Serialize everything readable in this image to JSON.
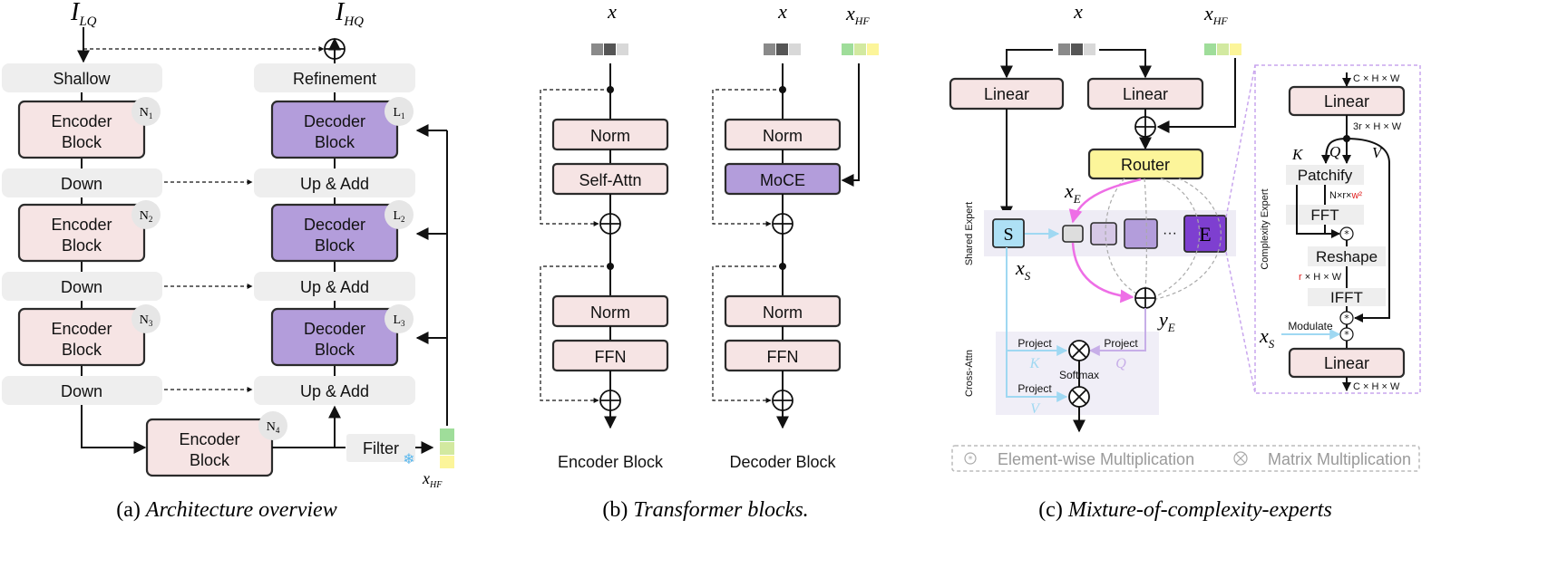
{
  "panel_a": {
    "input_label": "I",
    "input_sub": "LQ",
    "output_label": "I",
    "output_sub": "HQ",
    "shallow": "Shallow",
    "refinement": "Refinement",
    "encoder_block": [
      "Encoder",
      "Block"
    ],
    "decoder_block": [
      "Decoder",
      "Block"
    ],
    "enc_badges": [
      "N1",
      "N2",
      "N3",
      "N4"
    ],
    "dec_badges": [
      "L1",
      "L2",
      "L3"
    ],
    "down": "Down",
    "up_add": "Up & Add",
    "filter": "Filter",
    "xhf": "x",
    "xhf_sub": "HF",
    "caption_prefix": "(a) ",
    "caption": "Architecture overview"
  },
  "panel_b": {
    "x": "x",
    "xhf": "x",
    "xhf_sub": "HF",
    "norm": "Norm",
    "self_attn": "Self-Attn",
    "moce": "MoCE",
    "ffn": "FFN",
    "encoder_block": "Encoder Block",
    "decoder_block": "Decoder Block",
    "caption_prefix": "(b) ",
    "caption": "Transformer blocks."
  },
  "panel_c": {
    "x": "x",
    "xhf": "x",
    "xhf_sub": "HF",
    "linear": "Linear",
    "router": "Router",
    "xe": "x",
    "xe_sub": "E",
    "shared_expert": "Shared Expert",
    "s": "S",
    "e": "E",
    "dots": "···",
    "xs": "x",
    "xs_sub": "S",
    "ye": "y",
    "ye_sub": "E",
    "cross_attn": "Cross-Attn",
    "project": "Project",
    "k": "K",
    "q": "Q",
    "v": "V",
    "softmax": "Softmax",
    "complexity_expert": "Complexity Expert",
    "chw": "C × H × W",
    "three_r_hw": "3r × H × W",
    "patchify": "Patchify",
    "nrw_prefix": "N×r×",
    "nrw_suffix": "w²",
    "fft": "FFT",
    "reshape": "Reshape",
    "r_hw_prefix": "r",
    "r_hw_suffix": " × H × W",
    "ifft": "IFFT",
    "modulate": "Modulate",
    "legend_elementwise": "Element-wise Multiplication",
    "legend_matrix": "Matrix Multiplication",
    "caption_prefix": "(c) ",
    "caption": "Mixture-of-complexity-experts"
  },
  "colors": {
    "pink": "#f6e4e4",
    "purple": "#b39ddb",
    "deep_purple": "#7e3fd0",
    "yellow": "#fcf59a",
    "light_blue": "#9fd8f2",
    "magenta": "#ee6ee6",
    "red": "#e02020"
  }
}
